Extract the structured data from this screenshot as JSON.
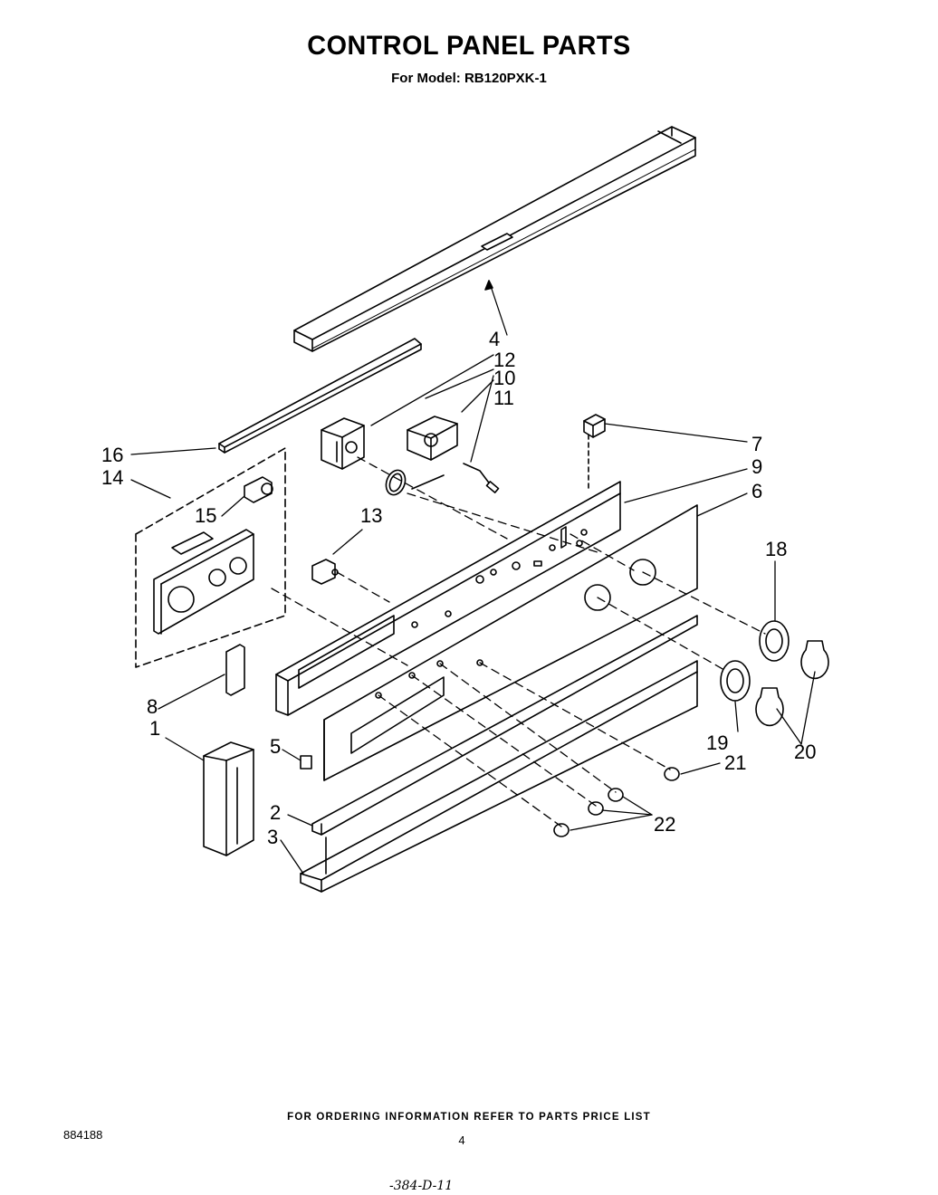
{
  "header": {
    "title": "CONTROL PANEL PARTS",
    "subtitle": "For Model: RB120PXK-1"
  },
  "callouts": [
    "1",
    "2",
    "3",
    "4",
    "5",
    "6",
    "7",
    "8",
    "9",
    "10",
    "11",
    "12",
    "13",
    "14",
    "15",
    "16",
    "18",
    "19",
    "20",
    "21",
    "22"
  ],
  "footer": {
    "ordering_note": "FOR ORDERING INFORMATION REFER TO PARTS PRICE LIST",
    "doc_number": "884188",
    "page_number": "4",
    "handwritten_note": "-384-D-11"
  }
}
